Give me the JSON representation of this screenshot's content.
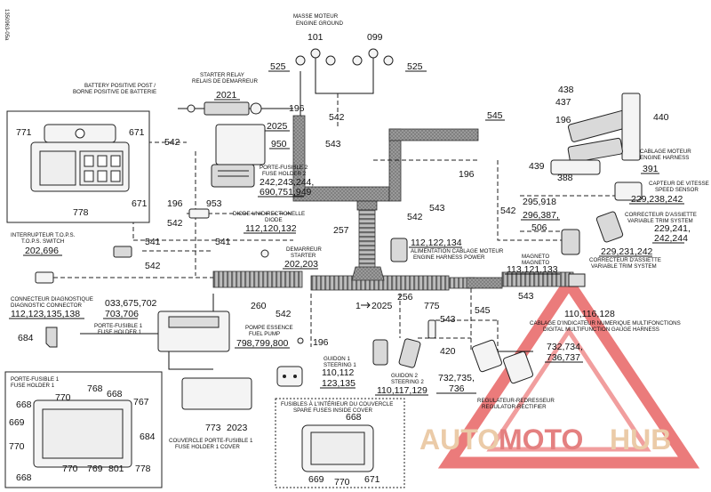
{
  "reference": "1350963-05a",
  "watermark": {
    "text_a": "AUTO",
    "text_b": "MOTO",
    "text_c": "HUB",
    "color_a": "#e8c39a",
    "color_b": "#e06a6a",
    "color_c": "#e8c39a",
    "triangle_color": "#e03030"
  },
  "colors": {
    "harness": "#8a8a8a",
    "line": "#111111"
  },
  "labels": {
    "masse": "MASSE MOTEUR",
    "ground": "ENGINE GROUND",
    "n101": "101",
    "n099": "099",
    "n525a": "525",
    "n525b": "525",
    "starter_relay_fr": "STARTER RELAY",
    "starter_relay_en": "RELAIS DE DEMARREUR",
    "battery_fr": "BATTERY POSITIVE POST /",
    "battery_en": "BORNE POSITIVE DE BATTERIE",
    "n2021": "2021",
    "n196a": "196",
    "n542a": "542",
    "n2025a": "2025",
    "n950": "950",
    "n543a": "543",
    "n545a": "545",
    "n438": "438",
    "n437": "437",
    "n196b": "196",
    "n440": "440",
    "cablage_fr": "CABLAGE MOTEUR",
    "cablage_en": "ENGINE HARNESS",
    "n391": "391",
    "n439": "439",
    "n388": "388",
    "n771": "771",
    "n671a": "671",
    "n671b": "671",
    "n778a": "778",
    "n542b": "542",
    "porte2_fr": "PORTE-FUSIBLE 2",
    "porte2_en": "FUSE HOLDER 2",
    "porte2_n1": "242,243,244,",
    "porte2_n2": "690,751,949",
    "n196c": "196",
    "n953": "953",
    "n542c": "542",
    "diode_fr": "DIODE UNIDIRECTIONELLE",
    "diode_en": "DIODE",
    "diode_n": "112,120,132",
    "n196d": "196",
    "n543b": "543",
    "n542d": "542",
    "capteur_fr": "CAPTEUR DE VITESSE",
    "capteur_en": "SPEED SENSOR",
    "capteur_n": "229,238,242",
    "n295": "295,918",
    "n296": "296,387,",
    "n506": "506",
    "corr1_fr": "CORRECTEUR D'ASSIETTE",
    "corr1_en": "VARIABLE TRIM SYSTEM",
    "corr1_n1": "229,241,",
    "corr1_n2": "242,244",
    "corr2_n": "229,231,242",
    "corr2_fr": "CORRECTEUR D'ASSIETTE",
    "corr2_en": "VARIABLE TRIM SYSTEM",
    "tops_fr": "INTERRUPTEUR T.O.P.S.",
    "tops_en": "T.O.P.S. SWITCH",
    "tops_n": "202,696",
    "n541a": "541",
    "n541b": "541",
    "n542e": "542",
    "n257": "257",
    "n542f": "542",
    "alim_n": "112,122,134",
    "alim_fr": "ALIMENTATION CABLAGE MOTEUR",
    "alim_en": "ENGINE HARNESS POWER",
    "dem_fr": "DEMARREUR",
    "dem_en": "STARTER",
    "dem_n": "202,203",
    "magneto_fr": "MAGNETO",
    "magneto_en": "MAGNETO",
    "magneto_n": "113,121,133",
    "diag_fr": "CONNECTEUR DIAGNOSTIQUE",
    "diag_en": "DIAGNOSTIC CONNECTOR",
    "diag_n": "112,123,135,138",
    "porte1_n1": "033,675,702",
    "porte1_n2": "703,706",
    "porte1_fr": "PORTE-FUSIBLE 1",
    "porte1_en": "FUSE HOLDER 1",
    "n260": "260",
    "n256": "256",
    "n2025b": "2025",
    "n2025b_prefix": "1",
    "n543c": "543",
    "n775": "775",
    "n545b": "545",
    "n543d": "543",
    "n110": "110,116,128",
    "cab_ind_fr": "CABLAGE D'INDICATEUR NUMERIQUE MULTIFONCTIONS",
    "cab_ind_en": "DIGITAL MULTIFUNCTION GAUGE HARNESS",
    "n542g": "542",
    "n684a": "684",
    "pompe_fr": "POMPE ESSENCE",
    "pompe_en": "FUEL PUMP",
    "pompe_n": "798,799,800",
    "n196e": "196",
    "guidon1_fr": "GUIDON 1",
    "guidon1_en": "STEERING 1",
    "guidon1_n1": "110,112",
    "guidon1_n2": "123,135",
    "guidon2_fr": "GUIDON 2",
    "guidon2_en": "STEERING 2",
    "guidon2_n": "110,117,129",
    "n420": "420",
    "n732a": "732,735,",
    "n736a": "736",
    "n732b": "732,734,",
    "n736b": "736,737",
    "regul_fr": "REGULATEUR-REDRESSEUR",
    "regul_en": "REGULATOR-RECTIFIER",
    "fh1_fr": "PORTE-FUSIBLE 1",
    "fh1_en": "FUSE HOLDER 1",
    "i768": "768",
    "i770a": "770",
    "i668a": "668",
    "i668b": "668",
    "i767": "767",
    "i669a": "669",
    "i684": "684",
    "i770b": "770",
    "i668c": "668",
    "i770c": "770",
    "i769": "769",
    "i801": "801",
    "i778": "778",
    "n773": "773",
    "n2023": "2023",
    "couv_fr": "COUVERCLE PORTE-FUSIBLE 1",
    "couv_en": "FUSE HOLDER 1 COVER",
    "spare_fr": "FUSIBLES À L'INTÉRIEUR DU COUVERCLE",
    "spare_en": "SPARE FUSES INSIDE COVER",
    "s668": "668",
    "s669": "669",
    "s770": "770",
    "s671": "671"
  }
}
